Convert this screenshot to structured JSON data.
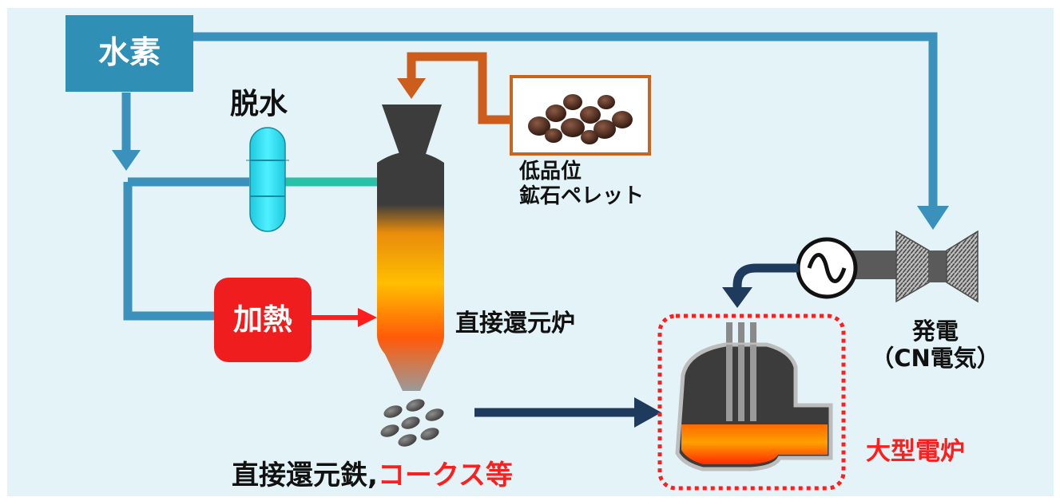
{
  "diagram": {
    "hydrogen": {
      "label": "水素"
    },
    "dehydration": {
      "label": "脱水"
    },
    "pellet": {
      "line1": "低品位",
      "line2": "鉱石ペレット"
    },
    "heating": {
      "label": "加熱"
    },
    "shaft_furnace": {
      "label": "直接還元炉"
    },
    "product": {
      "label_main": "直接還元鉄,",
      "label_highlight": "コークス等"
    },
    "power": {
      "line1": "発電",
      "line2": "（CN電気）"
    },
    "eaf": {
      "label": "大型電炉"
    }
  },
  "colors": {
    "background": "#e4f3f7",
    "hydrogen_box": "#2f8fb5",
    "pipe": "#3a91bb",
    "pellet_pipe": "#cc5d1c",
    "dehydrator": "#33e1f2",
    "heater": "#ef1d1d",
    "dark_arrow": "#1e3a5c",
    "accent_red": "#ff1e1e",
    "teal_pipe": "#2ac1a9"
  }
}
